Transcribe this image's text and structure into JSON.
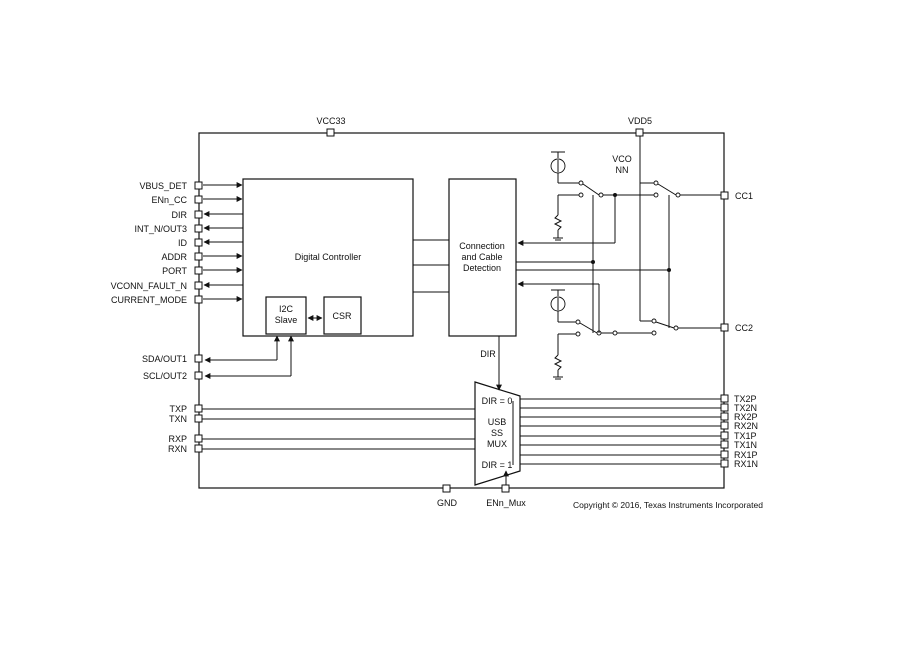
{
  "pins_left": {
    "vbus_det": "VBUS_DET",
    "enn_cc": "ENn_CC",
    "dir": "DIR",
    "int_n_out3": "INT_N/OUT3",
    "id": "ID",
    "addr": "ADDR",
    "port": "PORT",
    "vconn_fault_n": "VCONN_FAULT_N",
    "current_mode": "CURRENT_MODE",
    "sda_out1": "SDA/OUT1",
    "scl_out2": "SCL/OUT2",
    "txp": "TXP",
    "txn": "TXN",
    "rxp": "RXP",
    "rxn": "RXN"
  },
  "pins_top": {
    "vcc33": "VCC33",
    "vdd5": "VDD5"
  },
  "pins_bottom": {
    "gnd": "GND",
    "enn_mux": "ENn_Mux"
  },
  "pins_right": {
    "cc1": "CC1",
    "cc2": "CC2",
    "tx2p": "TX2P",
    "tx2n": "TX2N",
    "rx2p": "RX2P",
    "rx2n": "RX2N",
    "tx1p": "TX1P",
    "tx1n": "TX1N",
    "rx1p": "RX1P",
    "rx1n": "RX1N"
  },
  "blocks": {
    "digital_controller": "Digital Controller",
    "i2c_line1": "I2C",
    "i2c_line2": "Slave",
    "csr": "CSR",
    "conn_line1": "Connection",
    "conn_line2": "and Cable",
    "conn_line3": "Detection",
    "vconn_line1": "VCO",
    "vconn_line2": "NN",
    "dir_signal": "DIR",
    "mux_dir0": "DIR = 0",
    "mux_line1": "USB",
    "mux_line2": "SS",
    "mux_line3": "MUX",
    "mux_dir1": "DIR = 1"
  },
  "copyright": "Copyright © 2016, Texas Instruments Incorporated"
}
